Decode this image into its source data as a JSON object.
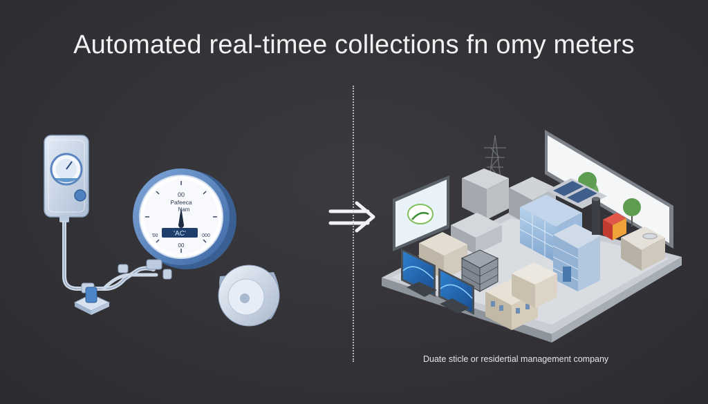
{
  "title": "Automated real-timee collections fn omy meters",
  "caption": "Duate sticle or residertial management company",
  "gauge": {
    "line1": "00",
    "line2": "Pafeeca",
    "line3": "Nam",
    "display": "'AC'",
    "bottom": "00",
    "left_mark": "'00",
    "right_mark": "000"
  },
  "colors": {
    "background": "#333337",
    "meter_blue": "#4d7fbf",
    "device_body": "#c9d7ea"
  }
}
